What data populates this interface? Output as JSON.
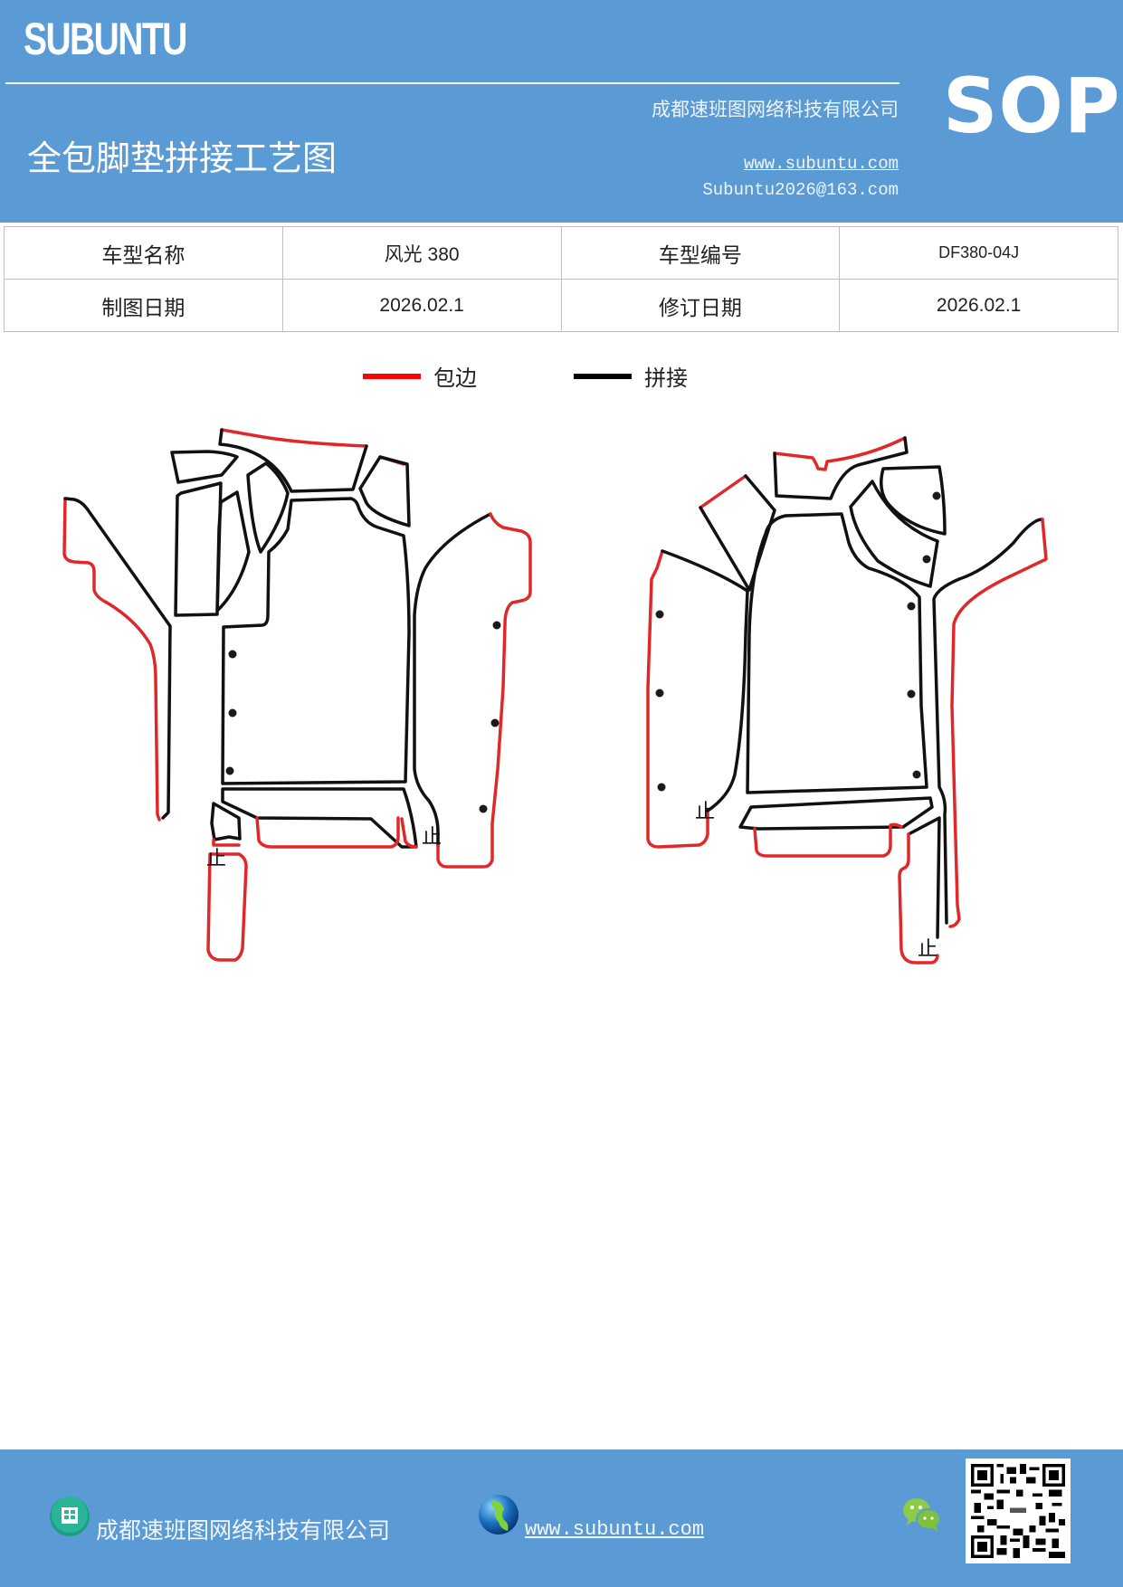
{
  "header": {
    "brand": "SUBUNTU",
    "title": "全包脚垫拼接工艺图",
    "company": "成都速班图网络科技有限公司",
    "website": "www.subuntu.com",
    "email": "Subuntu2026@163.com",
    "badge": "SOP",
    "bg_color": "#5b9bd5"
  },
  "info_table": {
    "rows": [
      {
        "label1": "车型名称",
        "value1": "风光 380",
        "label2": "车型编号",
        "value2": "DF380-04J"
      },
      {
        "label1": "制图日期",
        "value1": "2026.02.1",
        "label2": "修订日期",
        "value2": "2026.02.1"
      }
    ]
  },
  "legend": {
    "items": [
      {
        "label": "包边",
        "color": "#ff0000"
      },
      {
        "label": "拼接",
        "color": "#000000"
      }
    ]
  },
  "diagram": {
    "stop_mark": "止",
    "edge_color": "#e0282a",
    "seam_color": "#111111",
    "panels": [
      "left-floor-mat-set",
      "right-floor-mat-set"
    ]
  },
  "footer": {
    "company": "成都速班图网络科技有限公司",
    "website": "www.subuntu.com",
    "icons": [
      "building-icon",
      "globe-icon",
      "wechat-icon",
      "qr-code"
    ]
  }
}
